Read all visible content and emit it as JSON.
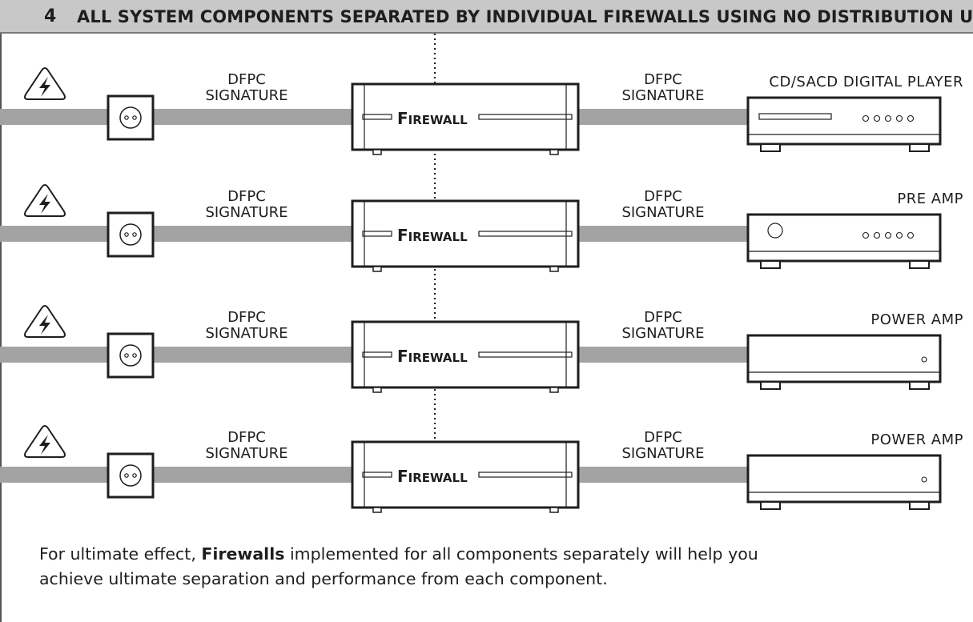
{
  "header": {
    "number": "4",
    "title": "ALL SYSTEM COMPONENTS SEPARATED BY INDIVIDUAL FIREWALLS USING NO DISTRIBUTION UNIT"
  },
  "rows": [
    {
      "left_label_1": "DFPC",
      "left_label_2": "SIGNATURE",
      "right_label_1": "DFPC",
      "right_label_2": "SIGNATURE",
      "firewall_caps": "F",
      "firewall_rest": "IREWALL",
      "component_name": "CD/SACD DIGITAL PLAYER",
      "component_type": "cd-player"
    },
    {
      "left_label_1": "DFPC",
      "left_label_2": "SIGNATURE",
      "right_label_1": "DFPC",
      "right_label_2": "SIGNATURE",
      "firewall_caps": "F",
      "firewall_rest": "IREWALL",
      "component_name": "PRE AMP",
      "component_type": "pre-amp"
    },
    {
      "left_label_1": "DFPC",
      "left_label_2": "SIGNATURE",
      "right_label_1": "DFPC",
      "right_label_2": "SIGNATURE",
      "firewall_caps": "F",
      "firewall_rest": "IREWALL",
      "component_name": "POWER AMP",
      "component_type": "power-amp"
    },
    {
      "left_label_1": "DFPC",
      "left_label_2": "SIGNATURE",
      "right_label_1": "DFPC",
      "right_label_2": "SIGNATURE",
      "firewall_caps": "F",
      "firewall_rest": "IREWALL",
      "component_name": "POWER AMP",
      "component_type": "power-amp"
    }
  ],
  "footer": {
    "part1": "For ultimate effect, ",
    "bold": "Firewalls",
    "part2": " implemented for all components separately will help you achieve ultimate separation and performance from each component."
  },
  "colors": {
    "cable": "#a3a3a3",
    "header_bg": "#c8c8c8",
    "ink": "#1e1e1e"
  },
  "icons": [
    "high-voltage-icon",
    "wall-outlet-icon"
  ]
}
